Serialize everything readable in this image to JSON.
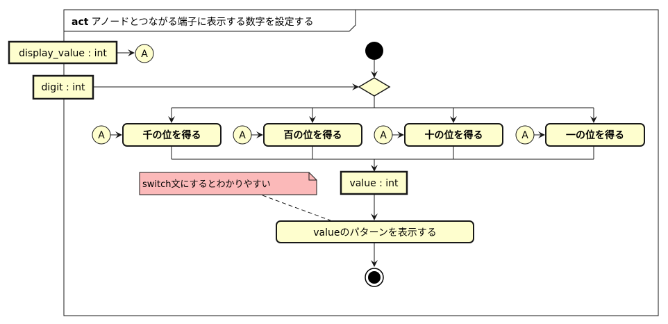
{
  "frame": {
    "keyword": "act",
    "title": "アノードとつながる端子に表示する数字を設定する"
  },
  "pins": {
    "display_value": "display_value : int",
    "digit": "digit : int",
    "value": "value : int"
  },
  "connector_label": "A",
  "actions": [
    "千の位を得る",
    "百の位を得る",
    "十の位を得る",
    "一の位を得る"
  ],
  "final_action": "valueのパターンを表示する",
  "note": "switch文にするとわかりやすい",
  "colors": {
    "node_fill": "#fefece",
    "note_fill": "#fbb9b9",
    "line": "#181818"
  }
}
